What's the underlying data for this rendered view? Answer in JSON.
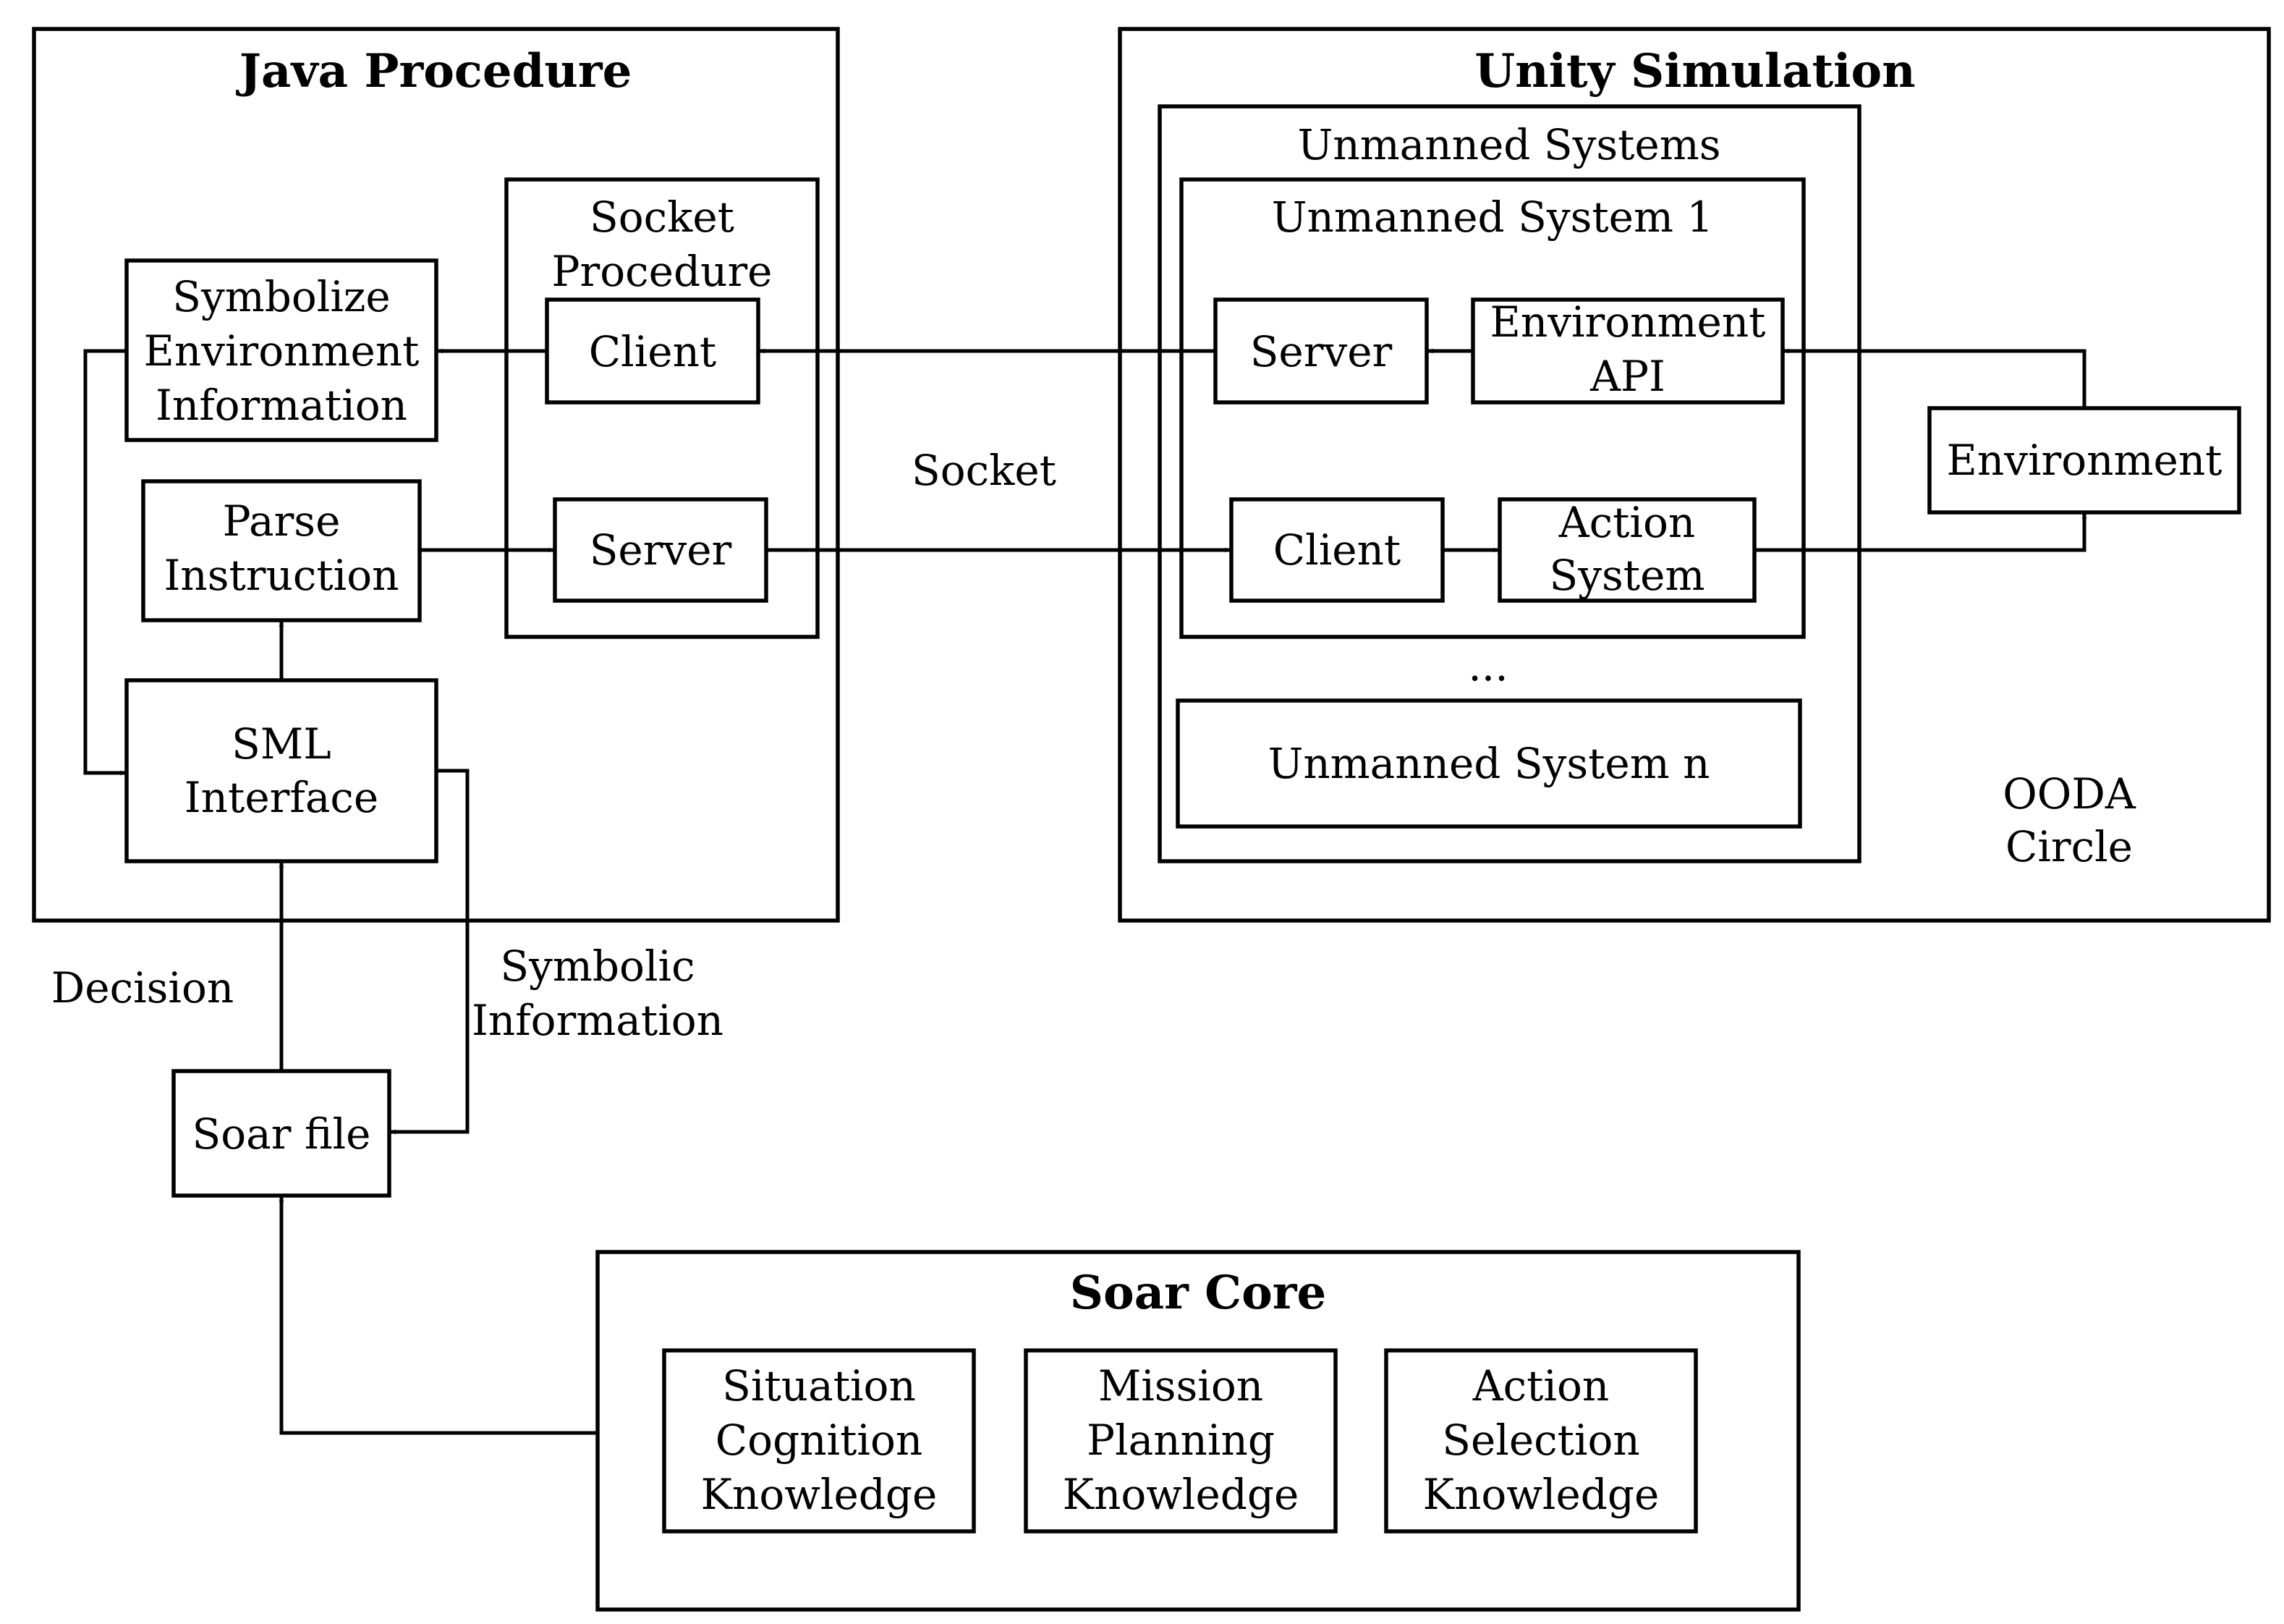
{
  "java": {
    "title": "Java Procedure",
    "socket_group": [
      "Socket",
      "Procedure"
    ],
    "client": "Client",
    "server": "Server",
    "symbolize": [
      "Symbolize",
      "Environment",
      "Information"
    ],
    "parse": [
      "Parse",
      "Instruction"
    ],
    "sml": [
      "SML",
      "Interface"
    ]
  },
  "unity": {
    "title": "Unity Simulation",
    "systems_group": "Unmanned Systems",
    "system1": "Unmanned System 1",
    "server": "Server",
    "env_api": [
      "Environment",
      "API"
    ],
    "client": "Client",
    "action_system": [
      "Action",
      "System"
    ],
    "ellipsis": "...",
    "system_n": "Unmanned System n",
    "environment": "Environment",
    "ooda": [
      "OODA",
      "Circle"
    ]
  },
  "labels": {
    "socket": "Socket",
    "decision": "Decision",
    "symbolic": [
      "Symbolic",
      "Information"
    ]
  },
  "soar_file": "Soar file",
  "soar_core": {
    "title": "Soar Core",
    "knowledge": [
      [
        "Situation",
        "Cognition",
        "Knowledge"
      ],
      [
        "Mission",
        "Planning",
        "Knowledge"
      ],
      [
        "Action",
        "Selection",
        "Knowledge"
      ]
    ]
  }
}
